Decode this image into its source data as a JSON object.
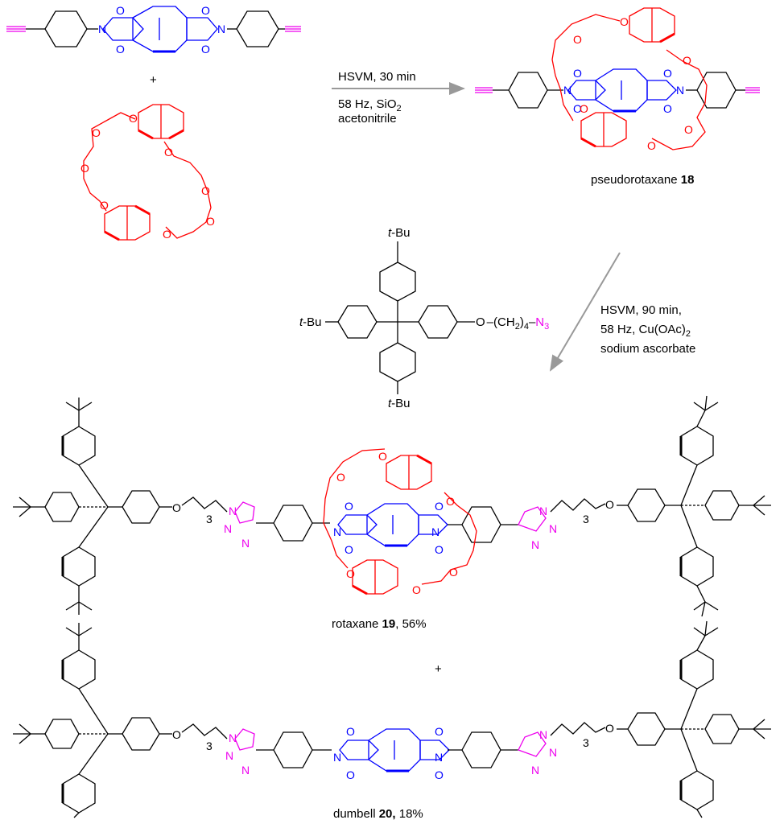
{
  "colors": {
    "core": "#0000ff",
    "crown": "#ff0000",
    "alkyne_azide": "#ee00ee",
    "stopper": "#000000",
    "arrow": "#999999"
  },
  "plus_1": "+",
  "plus_2": "+",
  "step1": {
    "line1": "HSVM, 30 min",
    "line2": "58 Hz, SiO",
    "line2_sub": "2",
    "line3": "acetonitrile"
  },
  "step2": {
    "line1": "HSVM, 90 min,",
    "line2": "58 Hz, Cu(OAc)",
    "line2_sub": "2",
    "line3": "sodium ascorbate"
  },
  "products": {
    "pseudo": {
      "text": "pseudorotaxane ",
      "num": "18"
    },
    "rotaxane": {
      "text": "rotaxane ",
      "num": "19",
      "yield": ", 56%"
    },
    "dumbell": {
      "text": "dumbell ",
      "num": "20,",
      "yield": " 18%"
    }
  },
  "azide": {
    "tbu": "t",
    "bu": "-Bu",
    "tbu_left": "t",
    "bu_left": "-Bu",
    "tbu_bottom": "t",
    "bu_bottom": "-Bu",
    "o": "O",
    "chain": "(CH",
    "chain_sub": "2",
    "chain_close": ")",
    "chain_n": "4",
    "n3": "N",
    "n3_sub": "3"
  },
  "atoms": {
    "N": "N",
    "O": "O",
    "sub3": "3"
  }
}
